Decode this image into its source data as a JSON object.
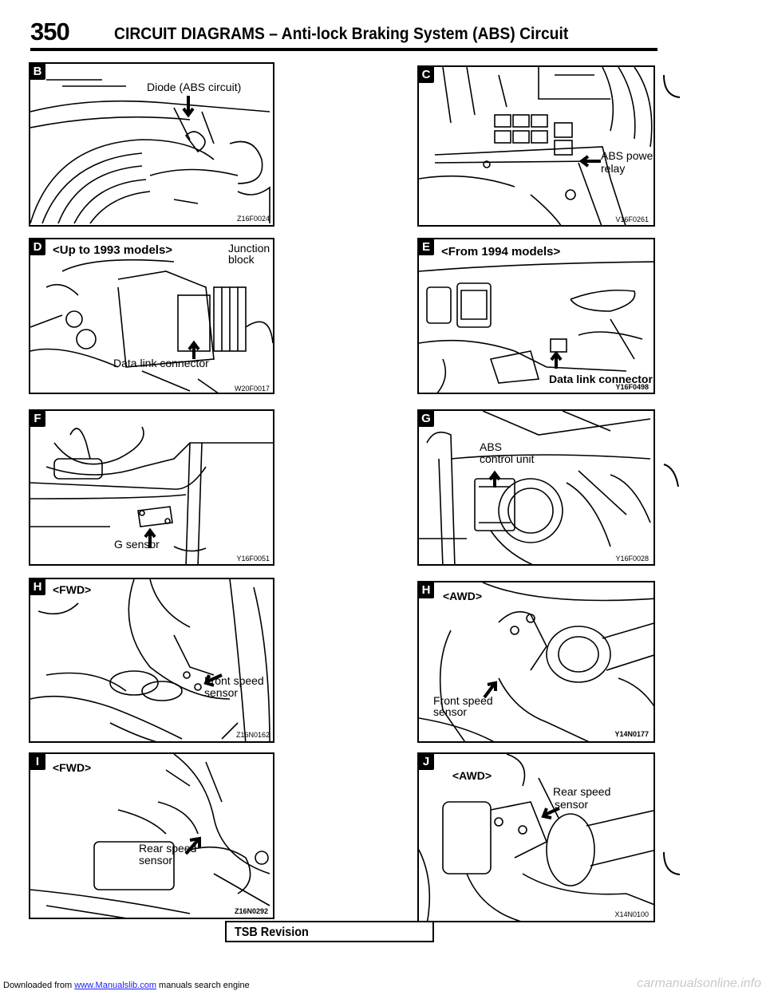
{
  "footer": {
    "prefix": "Downloaded from ",
    "link": "www.Manualslib.com",
    "suffix": " manuals search engine",
    "watermark": "carmanualsonline.info"
  },
  "header": {
    "page_number": "350",
    "title": "CIRCUIT DIAGRAMS – Anti-lock Braking System (ABS) Circuit"
  },
  "panels": {
    "B": {
      "badge": "B",
      "label1": "Diode (ABS circuit)",
      "code": "Z16F0024"
    },
    "C": {
      "badge": "C",
      "label1": "ABS power",
      "label2": "relay",
      "code": "V16F0261"
    },
    "D": {
      "badge": "D",
      "label1": "<Up to 1993 models>",
      "label2": "Junction",
      "label3": "block",
      "label4": "Data link connector",
      "code": "W20F0017"
    },
    "E": {
      "badge": "E",
      "label1": "<From 1994 models>",
      "label2": "Data link connector",
      "code": "Y16F0498"
    },
    "F": {
      "badge": "F",
      "label1": "G sensor",
      "code": "Y16F0051"
    },
    "G": {
      "badge": "G",
      "label1": "ABS",
      "label2": "control unit",
      "code": "Y16F0028"
    },
    "H1": {
      "badge": "H",
      "label1": "<FWD>",
      "label2": "Front speed",
      "label3": "sensor",
      "code": "Z16N0162"
    },
    "H2": {
      "badge": "H",
      "label1": "<AWD>",
      "label2": "Front speed",
      "label3": "sensor",
      "code": "Y14N0177"
    },
    "I": {
      "badge": "I",
      "label1": "<FWD>",
      "label2": "Rear speed",
      "label3": "sensor",
      "code": "Z16N0292"
    },
    "J": {
      "badge": "J",
      "label1": "<AWD>",
      "label2": "Rear speed",
      "label3": "sensor",
      "code": "X14N0100"
    }
  },
  "tsb": {
    "label": "TSB Revision"
  }
}
